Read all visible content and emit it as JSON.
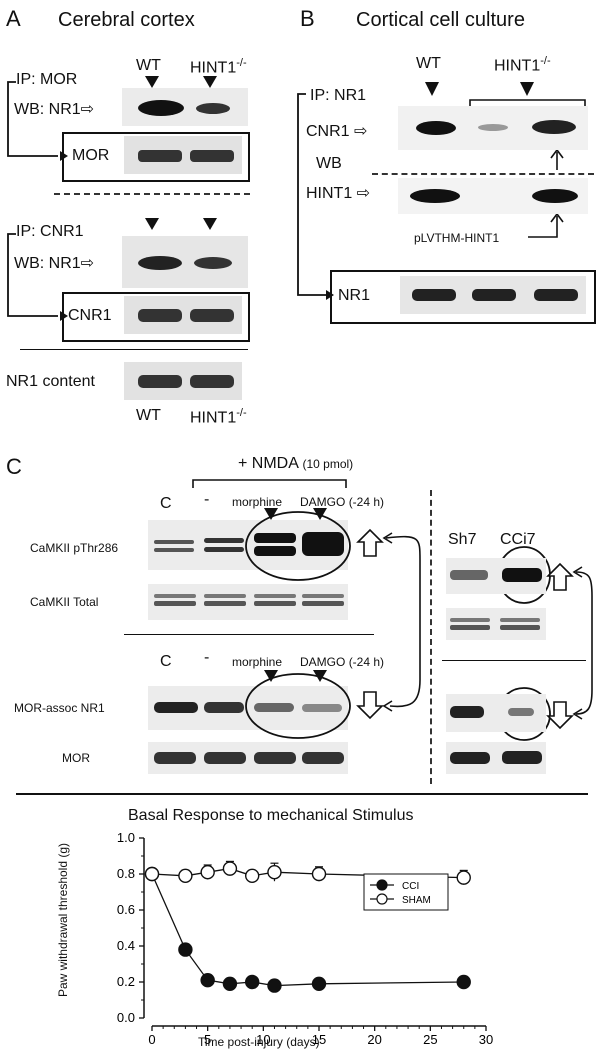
{
  "panelA": {
    "letter": "A",
    "title": "Cerebral cortex",
    "col_wt": "WT",
    "col_hint1": "HINT1",
    "col_hint1_sup": "-/-",
    "ip_mor": "IP: MOR",
    "wb_nr1": "WB: NR1⇨",
    "mor": "MOR",
    "ip_cnr1": "IP: CNR1",
    "wb_nr1_b": "WB: NR1⇨",
    "cnr1": "CNR1",
    "nr1_content": "NR1 content",
    "bottom_wt": "WT",
    "bottom_hint1": "HINT1",
    "bottom_hint1_sup": "-/-"
  },
  "panelB": {
    "letter": "B",
    "title": "Cortical cell culture",
    "col_wt": "WT",
    "col_hint1": "HINT1",
    "col_hint1_sup": "-/-",
    "ip_nr1": "IP: NR1",
    "cnr1": "CNR1 ⇨",
    "wb": "WB",
    "hint1": "HINT1 ⇨",
    "plasmid": "pLVTHM-HINT1",
    "nr1": "NR1"
  },
  "panelC": {
    "letter": "C",
    "nmda": "+ NMDA",
    "nmda_dose": "(10 pmol)",
    "lane_c": "C",
    "lane_dash": "-",
    "lane_morphine": "morphine",
    "lane_damgo": "DAMGO",
    "lane_time": "(-24 h)",
    "lane_c2": "C",
    "lane_dash2": "-",
    "lane_morphine2": "morphine",
    "lane_damgo2": "DAMGO",
    "lane_time2": "(-24 h)",
    "camkii_p": "CaMKII pThr286",
    "camkii_total": "CaMKII Total",
    "mor_nr1": "MOR-assoc NR1",
    "mor": "MOR",
    "sh7": "Sh7",
    "cci7": "CCi7"
  },
  "chart_data": {
    "type": "line",
    "title": "Basal Response to mechanical Stimulus",
    "xlabel": "Time post-injury (days)",
    "ylabel": "Paw withdrawal threshold (g)",
    "xlim": [
      0,
      30
    ],
    "ylim": [
      0,
      1.0
    ],
    "xticks": [
      "0",
      "5",
      "10",
      "15",
      "20",
      "25",
      "30"
    ],
    "yticks": [
      "0.0",
      "0.2",
      "0.4",
      "0.6",
      "0.8",
      "1.0"
    ],
    "legend_position": "center-right",
    "series": [
      {
        "name": "CCI",
        "marker": "filled-circle",
        "x": [
          0,
          3,
          5,
          7,
          9,
          11,
          15,
          28
        ],
        "y": [
          0.8,
          0.38,
          0.21,
          0.19,
          0.2,
          0.18,
          0.19,
          0.2
        ],
        "err": [
          0.03,
          0.01,
          0.01,
          0.01,
          0.03,
          0.01,
          0.01,
          0.01
        ]
      },
      {
        "name": "SHAM",
        "marker": "open-circle",
        "x": [
          0,
          3,
          5,
          7,
          9,
          11,
          15,
          28
        ],
        "y": [
          0.8,
          0.79,
          0.81,
          0.83,
          0.79,
          0.81,
          0.8,
          0.78
        ],
        "err": [
          0.03,
          0.03,
          0.04,
          0.04,
          0.02,
          0.05,
          0.04,
          0.04
        ]
      }
    ]
  }
}
